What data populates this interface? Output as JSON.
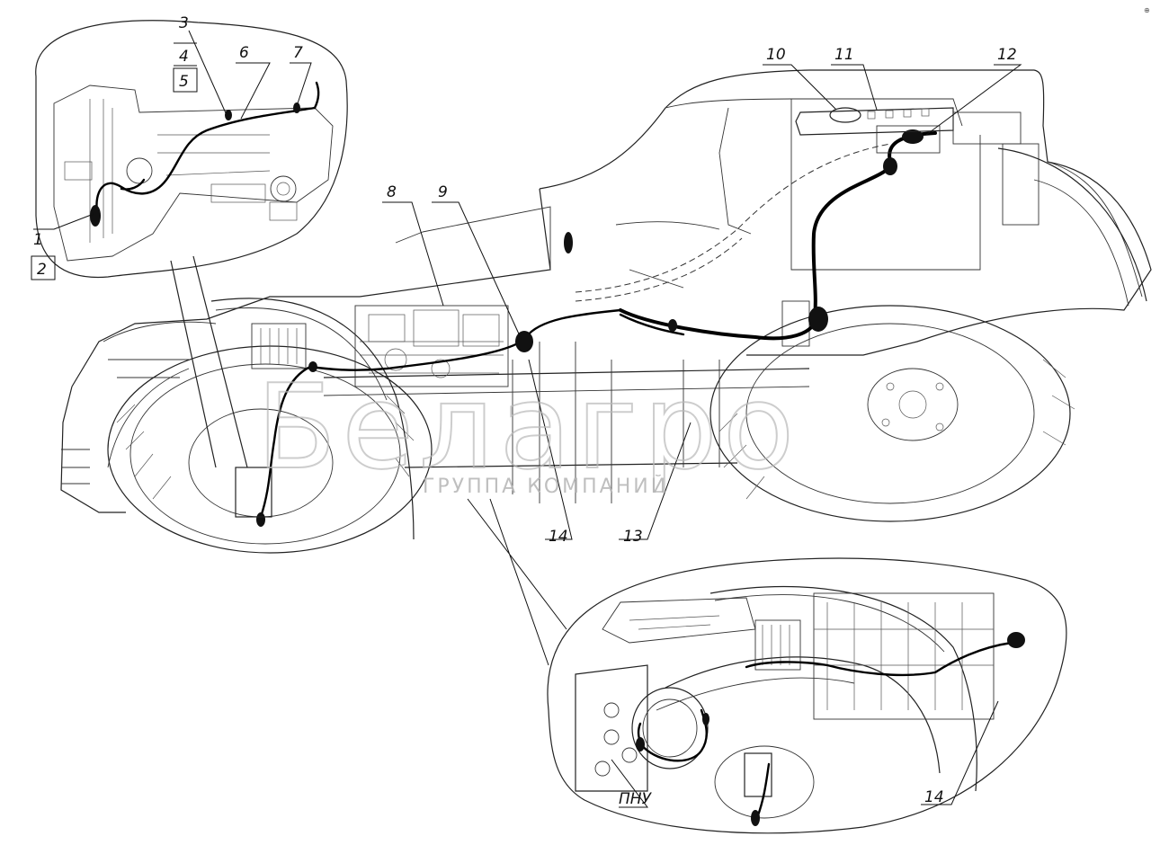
{
  "diagram": {
    "callouts": {
      "n1": "1",
      "n2": "2",
      "n3": "3",
      "n4": "4",
      "n5": "5",
      "n6": "6",
      "n7": "7",
      "n8": "8",
      "n9": "9",
      "n10": "10",
      "n11": "11",
      "n12": "12",
      "n13": "13",
      "n14a": "14",
      "n14b": "14",
      "pnu": "ПНУ"
    },
    "watermark": {
      "brand": "Белагро",
      "subtitle": "ГРУППА КОМПАНИЙ"
    }
  }
}
